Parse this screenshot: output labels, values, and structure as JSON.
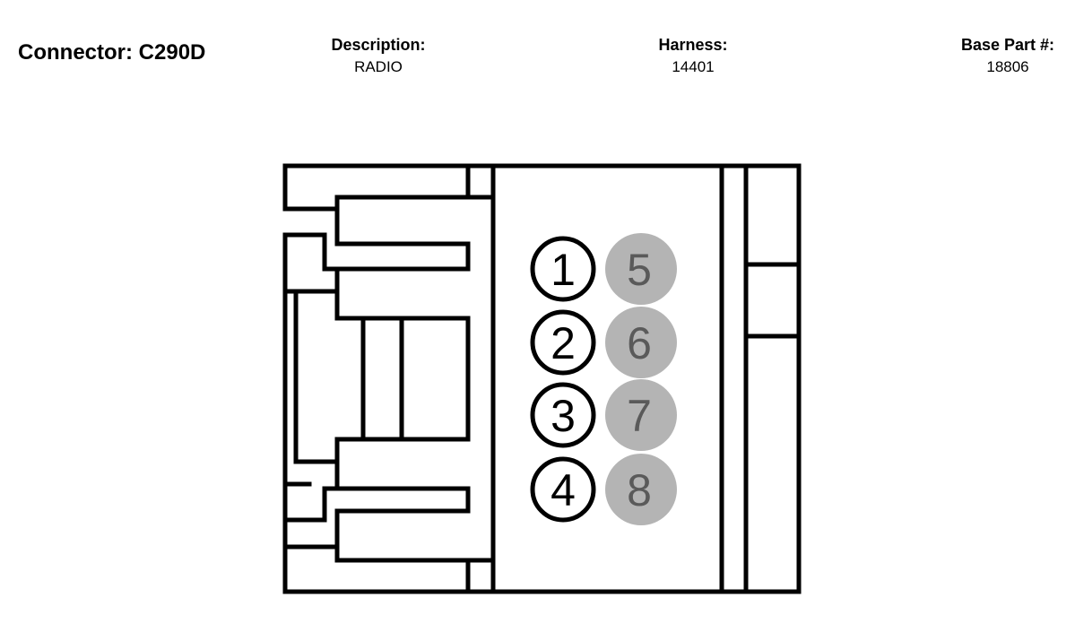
{
  "connector": {
    "title": "Connector: C290D",
    "description_label": "Description:",
    "description_value": "RADIO",
    "harness_label": "Harness:",
    "harness_value": "14401",
    "base_part_label": "Base Part #:",
    "base_part_value": "18806"
  },
  "pins": {
    "active": [
      "1",
      "2",
      "3",
      "4"
    ],
    "inactive": [
      "5",
      "6",
      "7",
      "8"
    ]
  },
  "colors": {
    "outline": "#000000",
    "inactive_pin_fill": "#b4b4b4",
    "inactive_pin_text": "#5a5a5a"
  }
}
